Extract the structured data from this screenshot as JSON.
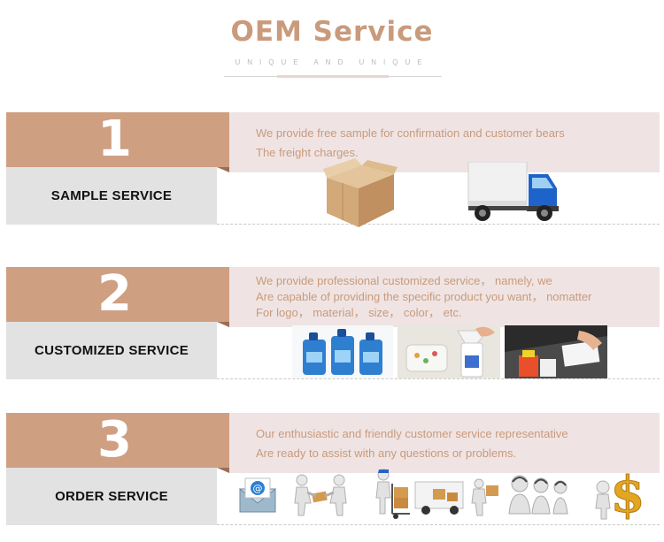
{
  "header": {
    "title": "OEM Service",
    "subtitle": "UNIQUE AND UNIQUE"
  },
  "sections": [
    {
      "number": "1",
      "lines": [
        "We provide free sample for confirmation and customer bears",
        "The freight charges."
      ],
      "label": "SAMPLE SERVICE",
      "icons": [
        "cardboard-box-icon",
        "delivery-truck-icon"
      ]
    },
    {
      "number": "2",
      "lines": [
        "We provide professional customized service， namely,  we",
        "Are capable of providing the specific product you want， nomatter",
        "For logo， material， size， color， etc."
      ],
      "label": "CUSTOMIZED SERVICE",
      "icons": [
        "detergent-bottles-icon",
        "spray-cleaning-icon",
        "wiping-surface-icon"
      ]
    },
    {
      "number": "3",
      "lines": [
        "Our enthusiastic and friendly customer service representative",
        "Are ready to assist with any questions or problems."
      ],
      "label": "ORDER SERVICE",
      "icons": [
        "email-icon",
        "handshake-figures-icon",
        "courier-trolley-icon",
        "loading-van-icon",
        "call-center-icon",
        "dollar-sign-icon"
      ]
    }
  ],
  "colors": {
    "accent": "#cf9f82",
    "title": "#c99a7c",
    "description_bg": "#efe4e3",
    "label_bg": "#e2e2e2"
  }
}
